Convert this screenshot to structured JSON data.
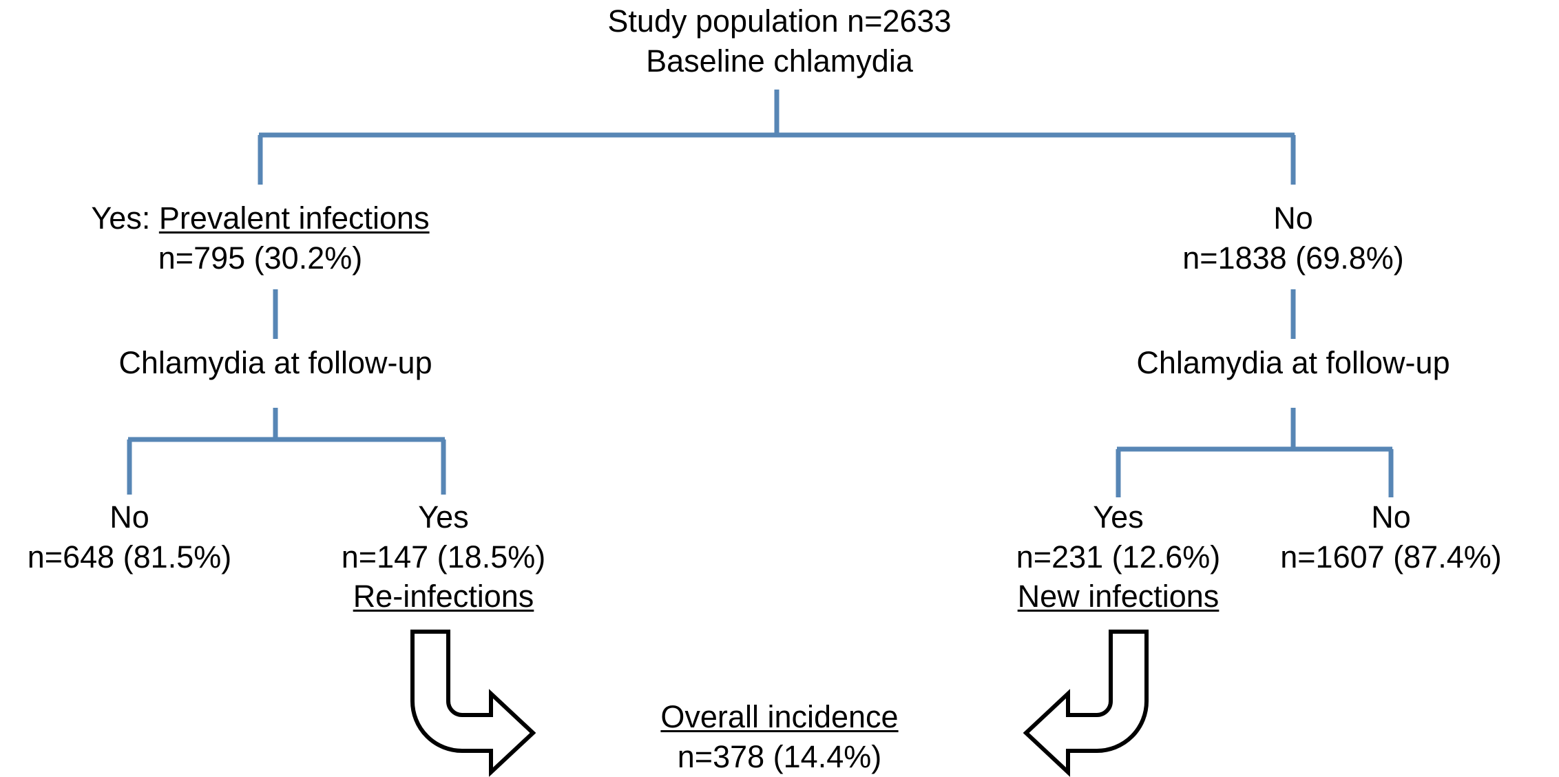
{
  "diagram": {
    "type": "flowchart",
    "title": "Chlamydia study population flow diagram",
    "connector_color": "#5786b5",
    "text_color": "#000000",
    "background": "#ffffff",
    "arrow_outline_color": "#000000",
    "arrow_fill_color": "#ffffff"
  },
  "root": {
    "line1": "Study population n=2633",
    "line2": "Baseline chlamydia"
  },
  "level1": {
    "left": {
      "prefix": "Yes:",
      "label": "Prevalent infections",
      "count": "n=795 (30.2%)"
    },
    "right": {
      "label": "No",
      "count": "n=1838 (69.8%)"
    }
  },
  "level2": {
    "left_question": "Chlamydia at follow-up",
    "right_question": "Chlamydia at follow-up"
  },
  "leaves": {
    "left_no": {
      "label": "No",
      "count": "n=648 (81.5%)"
    },
    "left_yes": {
      "label": "Yes",
      "count": "n=147 (18.5%)",
      "tag": "Re-infections"
    },
    "right_yes": {
      "label": "Yes",
      "count": "n=231 (12.6%)",
      "tag": "New infections"
    },
    "right_no": {
      "label": "No",
      "count": "n=1607 (87.4%)"
    }
  },
  "summary": {
    "label": "Overall incidence",
    "count": "n=378 (14.4%)"
  },
  "icons": {
    "left_curved_arrow": "curved-arrow-down-right-icon",
    "right_curved_arrow": "curved-arrow-down-left-icon"
  }
}
